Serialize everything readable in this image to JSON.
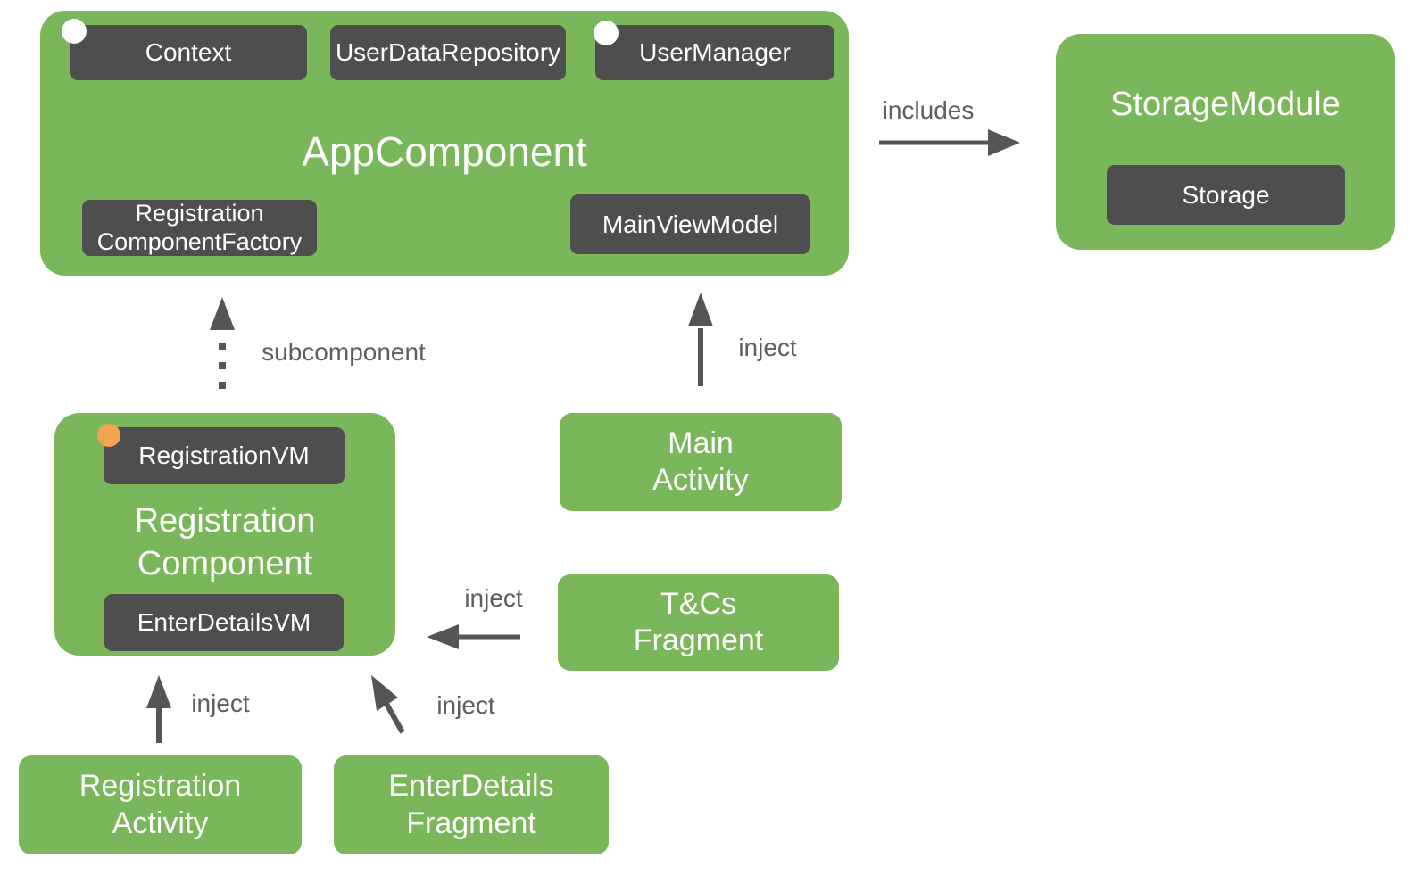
{
  "colors": {
    "green": "#7AB65A",
    "dark_gray": "#4E4E4E",
    "arrow_gray": "#555555",
    "edge_label_gray": "#5E5E5E",
    "white": "#FFFFFF",
    "orange_dot": "#F0A64F"
  },
  "nodes": {
    "app_component": {
      "title": "AppComponent"
    },
    "context": {
      "label": "Context"
    },
    "user_data_repository": {
      "label": "UserDataRepository"
    },
    "user_manager": {
      "label": "UserManager"
    },
    "registration_component_factory": {
      "label": "Registration\nComponentFactory"
    },
    "main_view_model": {
      "label": "MainViewModel"
    },
    "storage_module": {
      "title": "StorageModule"
    },
    "storage": {
      "label": "Storage"
    },
    "registration_component": {
      "title": "Registration\nComponent"
    },
    "registration_vm": {
      "label": "RegistrationVM"
    },
    "enter_details_vm": {
      "label": "EnterDetailsVM"
    },
    "main_activity": {
      "label": "Main\nActivity"
    },
    "tcs_fragment": {
      "label": "T&Cs\nFragment"
    },
    "registration_activity": {
      "label": "Registration\nActivity"
    },
    "enter_details_fragment": {
      "label": "EnterDetails\nFragment"
    }
  },
  "edges": {
    "includes": {
      "label": "includes"
    },
    "subcomponent": {
      "label": "subcomponent"
    },
    "inject_main_activity": {
      "label": "inject"
    },
    "inject_tcs_fragment": {
      "label": "inject"
    },
    "inject_registration_activity": {
      "label": "inject"
    },
    "inject_enter_details_fragment": {
      "label": "inject"
    }
  }
}
